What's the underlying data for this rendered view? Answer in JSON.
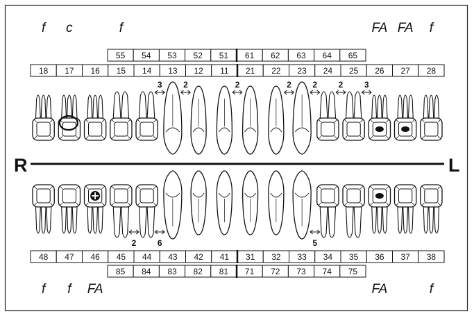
{
  "sides": {
    "right": "R",
    "left": "L"
  },
  "upper_codes": [
    {
      "text": "f",
      "tooth": "18"
    },
    {
      "text": "c",
      "tooth": "17"
    },
    {
      "text": "f",
      "tooth": "15"
    },
    {
      "text": "FA",
      "tooth": "26"
    },
    {
      "text": "FA",
      "tooth": "27"
    },
    {
      "text": "f",
      "tooth": "28"
    }
  ],
  "lower_codes": [
    {
      "text": "f",
      "tooth": "48"
    },
    {
      "text": "f",
      "tooth": "47"
    },
    {
      "text": "FA",
      "tooth": "46"
    },
    {
      "text": "FA",
      "tooth": "36"
    },
    {
      "text": "f",
      "tooth": "38"
    }
  ],
  "upper_deciduous": [
    "55",
    "54",
    "53",
    "52",
    "51",
    "61",
    "62",
    "63",
    "64",
    "65"
  ],
  "upper_permanent": [
    "18",
    "17",
    "16",
    "15",
    "14",
    "13",
    "12",
    "11",
    "21",
    "22",
    "23",
    "24",
    "25",
    "26",
    "27",
    "28"
  ],
  "lower_permanent": [
    "48",
    "47",
    "46",
    "45",
    "44",
    "43",
    "42",
    "41",
    "31",
    "32",
    "33",
    "34",
    "35",
    "36",
    "37",
    "38"
  ],
  "lower_deciduous": [
    "85",
    "84",
    "83",
    "82",
    "81",
    "71",
    "72",
    "73",
    "74",
    "75"
  ],
  "upper_gaps": [
    {
      "value": "3",
      "between": [
        "14",
        "13"
      ]
    },
    {
      "value": "2",
      "between": [
        "13",
        "12"
      ]
    },
    {
      "value": "2",
      "between": [
        "11",
        "21"
      ]
    },
    {
      "value": "2",
      "between": [
        "22",
        "23"
      ]
    },
    {
      "value": "2",
      "between": [
        "23",
        "24"
      ]
    },
    {
      "value": "2",
      "between": [
        "24",
        "25"
      ]
    },
    {
      "value": "3",
      "between": [
        "25",
        "26"
      ]
    }
  ],
  "lower_gaps": [
    {
      "value": "2",
      "between": [
        "45",
        "44"
      ]
    },
    {
      "value": "6",
      "between": [
        "44",
        "43"
      ]
    },
    {
      "value": "5",
      "between": [
        "33",
        "34"
      ]
    }
  ],
  "markings": [
    {
      "tooth": "17",
      "type": "circle"
    },
    {
      "tooth": "26",
      "type": "filled"
    },
    {
      "tooth": "27",
      "type": "filled"
    },
    {
      "tooth": "46",
      "type": "cross"
    },
    {
      "tooth": "36",
      "type": "filled"
    }
  ],
  "colors": {
    "ink": "#111111",
    "border": "#222222",
    "background": "#ffffff"
  }
}
